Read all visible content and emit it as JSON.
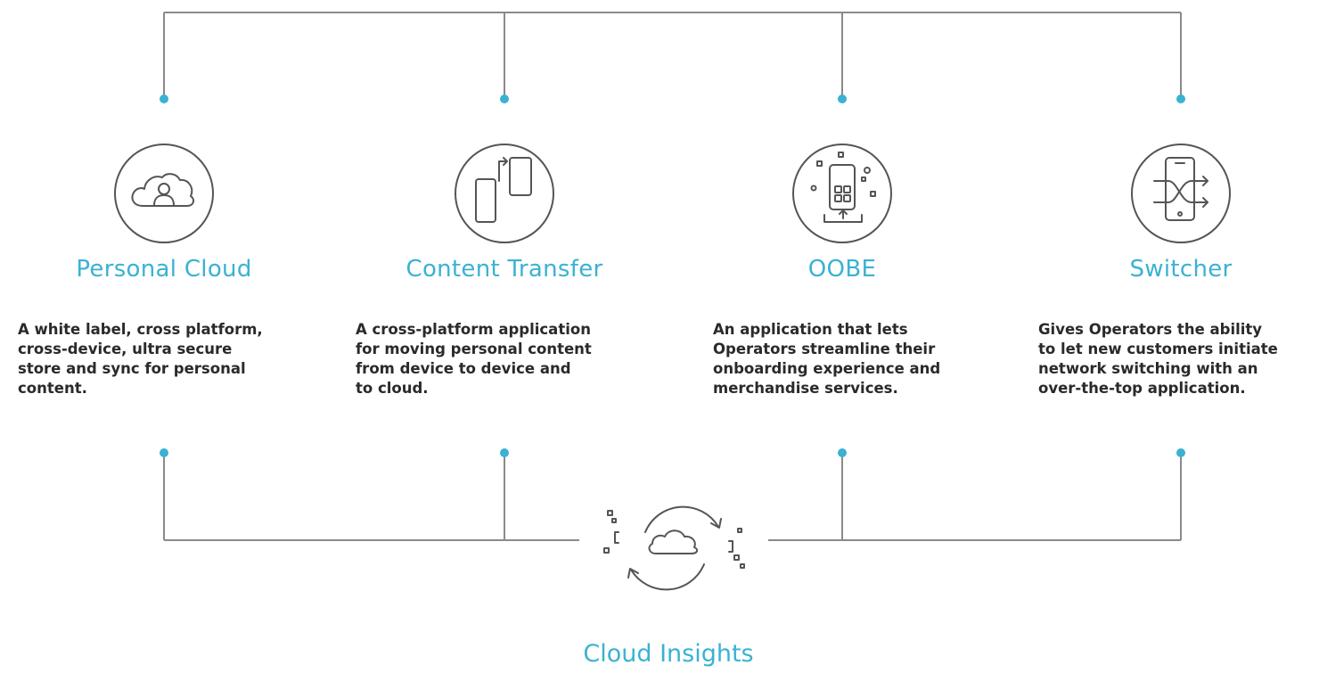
{
  "colors": {
    "accent": "#3ab2d2",
    "line": "#8a8a8a",
    "text": "#2a2a2a"
  },
  "products": [
    {
      "title": "Personal Cloud",
      "icon": "cloud-user-icon",
      "description": "A white label, cross platform,\ncross-device, ultra secure\nstore and sync for personal\ncontent."
    },
    {
      "title": "Content Transfer",
      "icon": "device-transfer-icon",
      "description": "A cross-platform application\nfor moving personal content\nfrom device to device and\nto cloud."
    },
    {
      "title": "OOBE",
      "icon": "phone-onboarding-icon",
      "description": "An application that lets\nOperators streamline their\nonboarding experience and\nmerchandise services."
    },
    {
      "title": "Switcher",
      "icon": "phone-switch-icon",
      "description": "Gives Operators the ability\nto let new customers initiate\nnetwork switching with an\nover-the-top application."
    }
  ],
  "insights": {
    "title": "Cloud Insights",
    "icon": "cloud-sync-icon"
  }
}
